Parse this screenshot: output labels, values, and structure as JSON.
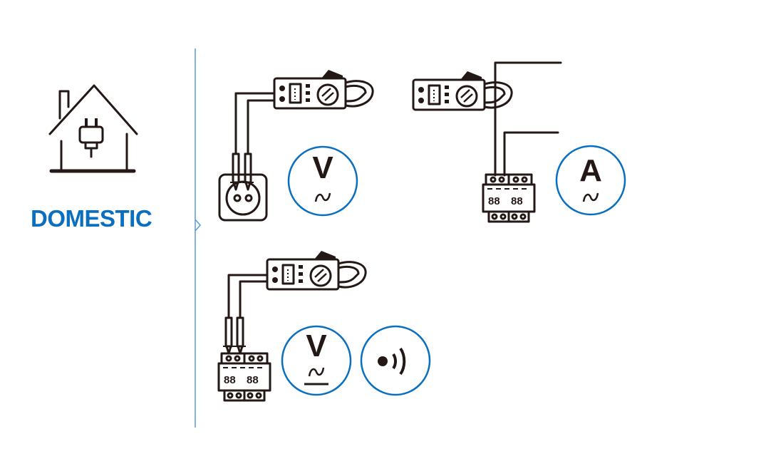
{
  "section_title": "DOMESTIC",
  "colors": {
    "accent": "#0a6fbf",
    "ink": "#231815",
    "divider": "#5b9bd5"
  },
  "icons": [
    "house-plug-icon",
    "clamp-meter-icon",
    "socket-icon",
    "breaker-icon",
    "ac-voltage-icon",
    "ac-current-icon",
    "voltage-detector-icon",
    "sound-signal-icon"
  ],
  "measurements": [
    {
      "name": "ac-voltage",
      "symbol": "V"
    },
    {
      "name": "ac-current",
      "symbol": "A"
    },
    {
      "name": "voltage-presence",
      "symbol": "V"
    }
  ]
}
